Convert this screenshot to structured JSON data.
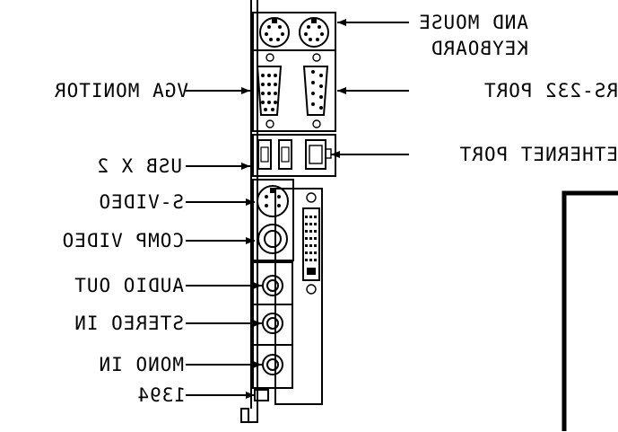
{
  "labels": {
    "keyboard_mouse_line1": "AND MOUSE",
    "keyboard_mouse_line2": "KEYBOARD",
    "vga_monitor": "VGA MONITOR",
    "rs232_port": "RS-232 PORT",
    "usb": "USB X 2",
    "ethernet_port": "ETHERNET PORT",
    "s_video": "S-VIDEO",
    "comp_video": "COMP VIDEO",
    "audio_out": "AUDIO OUT",
    "stereo_in": "STEREO IN",
    "mono_in": "MONO IN",
    "ieee1394": "1394"
  }
}
